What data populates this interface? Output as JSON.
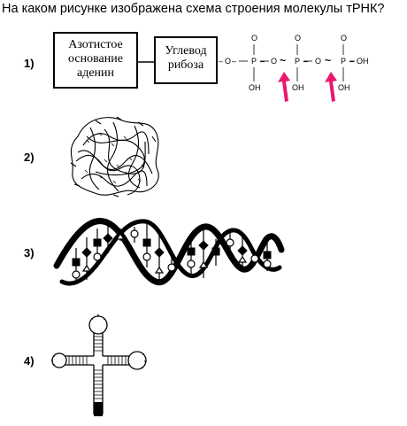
{
  "question": "На каком рисунке изображена схема строения молекулы тРНК?",
  "options": [
    {
      "number": "1)"
    },
    {
      "number": "2)"
    },
    {
      "number": "3)"
    },
    {
      "number": "4)"
    }
  ],
  "option1": {
    "base_line1": "Азотистое",
    "base_line2": "основание",
    "base_line3": "аденин",
    "sugar_line1": "Углевод",
    "sugar_line2": "рибоза",
    "phosphate_chain": {
      "oxygen": "O",
      "phosphorus": "P",
      "hydroxyl": "OH",
      "dash": "–",
      "tilde": "~"
    }
  },
  "colors": {
    "arrow": "#e8196e",
    "ink": "#000000"
  }
}
